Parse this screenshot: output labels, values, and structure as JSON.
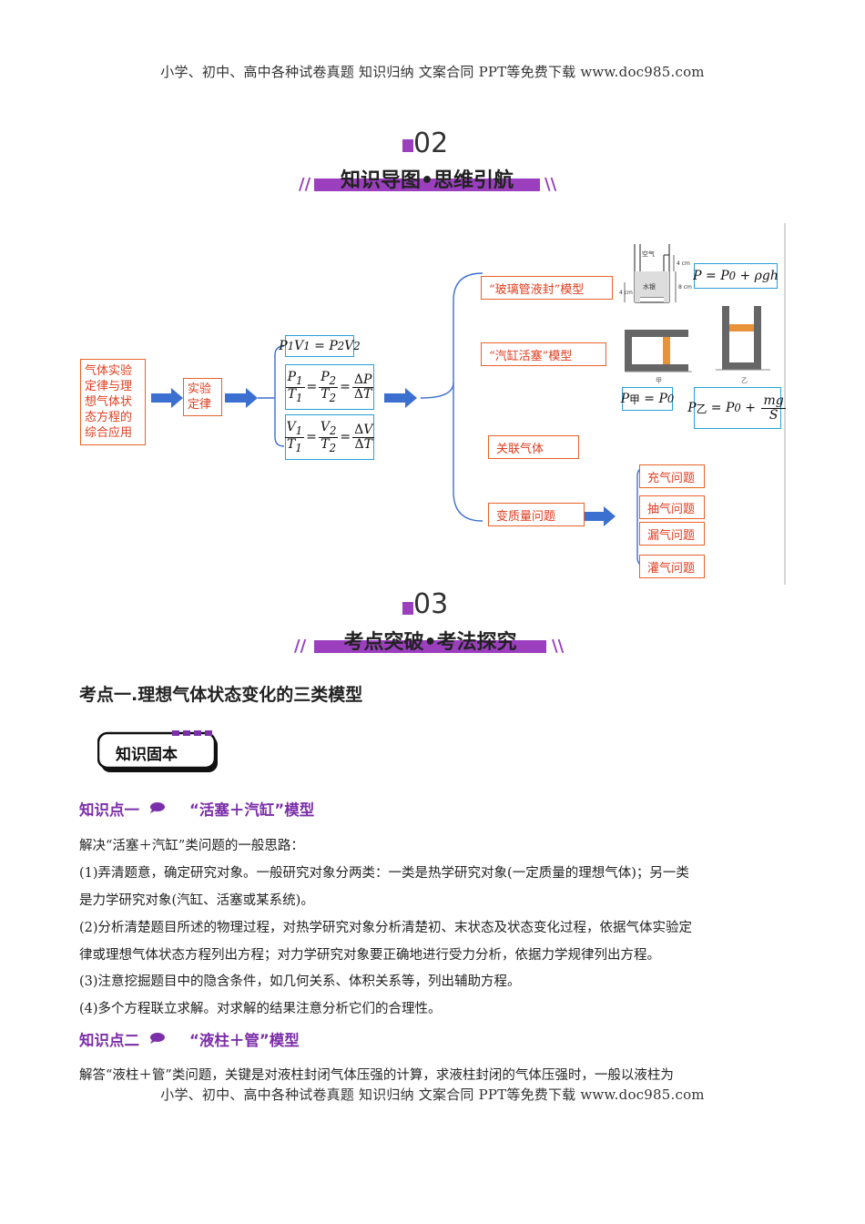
{
  "header_text": "小学、初中、高中各种试卷真题  知识归纳  文案合同  PPT等免费下载      www.doc985.com",
  "footer_text": "小学、初中、高中各种试卷真题  知识归纳  文案合同  PPT等免费下载      www.doc985.com",
  "section2": {
    "number": "02",
    "title": "知识导图•思维引航"
  },
  "section3": {
    "number": "03",
    "title": "考点突破•考法探究"
  },
  "mindmap": {
    "root": "气体实验定律与理想气体状态方程的综合应用",
    "law": "实验定律",
    "models": {
      "glass_tube": "“玻璃管液封”模型",
      "cylinder": "“汽缸活塞”模型",
      "linked_gas": "关联气体",
      "variable_mass": "变质量问题"
    },
    "sub_problems": [
      "充气问题",
      "抽气问题",
      "漏气问题",
      "灌气问题"
    ],
    "diagram_labels": {
      "air": "空气",
      "mercury": "水银",
      "h1": "4 cm",
      "h2": "8 cm",
      "h3": "4 cm",
      "jia": "甲",
      "yi": "乙"
    }
  },
  "topic1_heading": "考点一.理想气体状态变化的三类模型",
  "badge": "知识固本",
  "kp1": {
    "label": "知识点一",
    "title": "“活塞＋汽缸”模型"
  },
  "kp2": {
    "label": "知识点二",
    "title": "“液柱＋管”模型"
  },
  "paragraphs": {
    "p0": "解决“活塞＋汽缸”类问题的一般思路：",
    "p1a": "(1)弄清题意，确定研究对象。一般研究对象分两类：一类是热学研究对象(一定质量的理想气体)；另一类",
    "p1b": "是力学研究对象(汽缸、活塞或某系统)。",
    "p2a": "(2)分析清楚题目所述的物理过程，对热学研究对象分析清楚初、末状态及状态变化过程，依据气体实验定",
    "p2b": "律或理想气体状态方程列出方程；对力学研究对象要正确地进行受力分析，依据力学规律列出方程。",
    "p3": "(3)注意挖掘题目中的隐含条件，如几何关系、体积关系等，列出辅助方程。",
    "p4": "(4)多个方程联立求解。对求解的结果注意分析它们的合理性。",
    "p5": "解答“液柱＋管”类问题，关键是对液柱封闭气体压强的计算，求液柱封闭的气体压强时，一般以液柱为"
  },
  "colors": {
    "accent": "#9b3fbf",
    "orange": "#e8622a",
    "blue": "#27a0d8",
    "arrow": "#3b6fd0"
  }
}
